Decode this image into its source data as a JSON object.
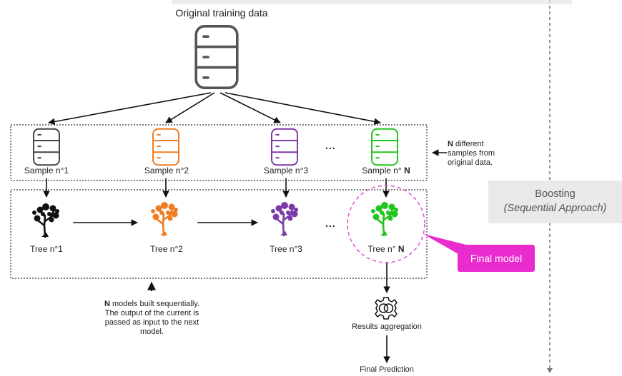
{
  "title": "Original training data",
  "samples": [
    {
      "label": "Sample n°1",
      "color": "#444444"
    },
    {
      "label": "Sample n°2",
      "color": "#ef7d22"
    },
    {
      "label": "Sample n°3",
      "color": "#7b3aa8"
    },
    {
      "label": "Sample n°",
      "bold": "N",
      "color": "#22c41e"
    }
  ],
  "trees": [
    {
      "label": "Tree n°1",
      "color": "#111111"
    },
    {
      "label": "Tree n°2",
      "color": "#ef7d22"
    },
    {
      "label": "Tree n°3",
      "color": "#7b3aa8"
    },
    {
      "label": "Tree n°",
      "bold": "N",
      "color": "#22c41e"
    }
  ],
  "ellipsis": "...",
  "samples_note": {
    "bold": "N",
    "line1": " different",
    "line2": "samples from",
    "line3": "original data."
  },
  "models_note": {
    "bold": "N",
    "line1": " models built sequentially.",
    "line2": "The output of the current is",
    "line3": "passed as input to the next",
    "line4": "model."
  },
  "boosting": {
    "line1": "Boosting",
    "line2": "(Sequential Approach)"
  },
  "final_model": "Final model",
  "aggregation": "Results aggregation",
  "final_prediction": "Final Prediction",
  "colors": {
    "accent_pink": "#ea2ccf",
    "dashed_circle": "#e05ad0",
    "grey_text": "#555555"
  }
}
